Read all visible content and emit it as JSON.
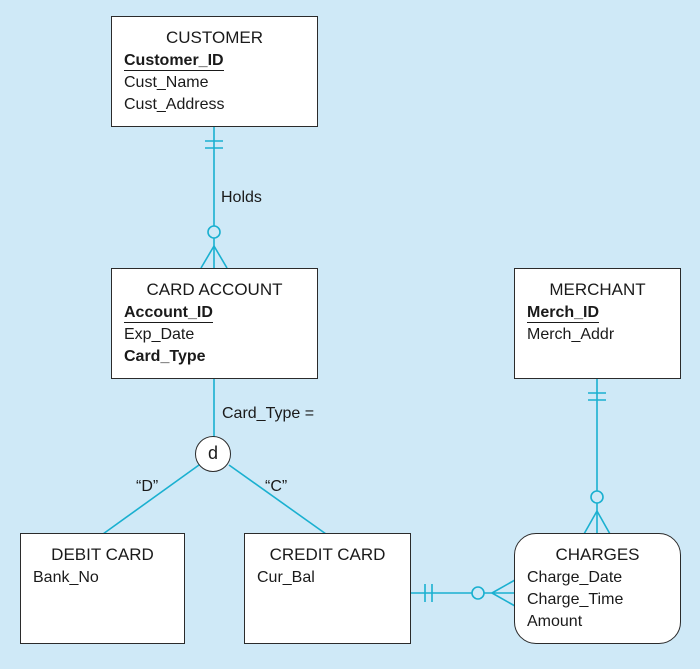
{
  "entities": {
    "customer": {
      "title": "CUSTOMER",
      "pk": "Customer_ID",
      "attrs": [
        "Cust_Name",
        "Cust_Address"
      ]
    },
    "card_account": {
      "title": "CARD ACCOUNT",
      "pk": "Account_ID",
      "attrs": [
        "Exp_Date"
      ],
      "discriminator": "Card_Type"
    },
    "merchant": {
      "title": "MERCHANT",
      "pk": "Merch_ID",
      "attrs": [
        "Merch_Addr"
      ]
    },
    "debit_card": {
      "title": "DEBIT CARD",
      "attrs": [
        "Bank_No"
      ]
    },
    "credit_card": {
      "title": "CREDIT CARD",
      "attrs": [
        "Cur_Bal"
      ]
    },
    "charges": {
      "title": "CHARGES",
      "attrs": [
        "Charge_Date",
        "Charge_Time",
        "Amount"
      ]
    }
  },
  "relationships": {
    "holds": "Holds",
    "subtype_discriminator": "Card_Type =",
    "disjoint_symbol": "d",
    "debit_value": "“D”",
    "credit_value": "“C”"
  },
  "colors": {
    "background": "#cfe9f7",
    "line": "#1ab0d0",
    "border": "#2b2b2b"
  }
}
